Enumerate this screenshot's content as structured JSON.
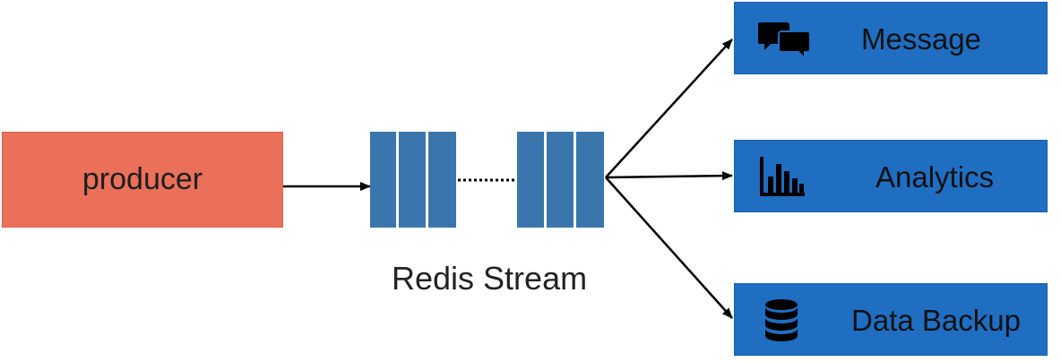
{
  "producer": {
    "label": "producer",
    "color": "#ea705a"
  },
  "stream": {
    "label": "Redis Stream",
    "color": "#3a76ad"
  },
  "consumers": [
    {
      "label": "Message",
      "icon": "chat-bubbles-icon"
    },
    {
      "label": "Analytics",
      "icon": "bar-chart-icon"
    },
    {
      "label": "Data Backup",
      "icon": "database-icon"
    }
  ],
  "colors": {
    "consumer_box": "#1f6ec2",
    "arrow": "#000000"
  }
}
